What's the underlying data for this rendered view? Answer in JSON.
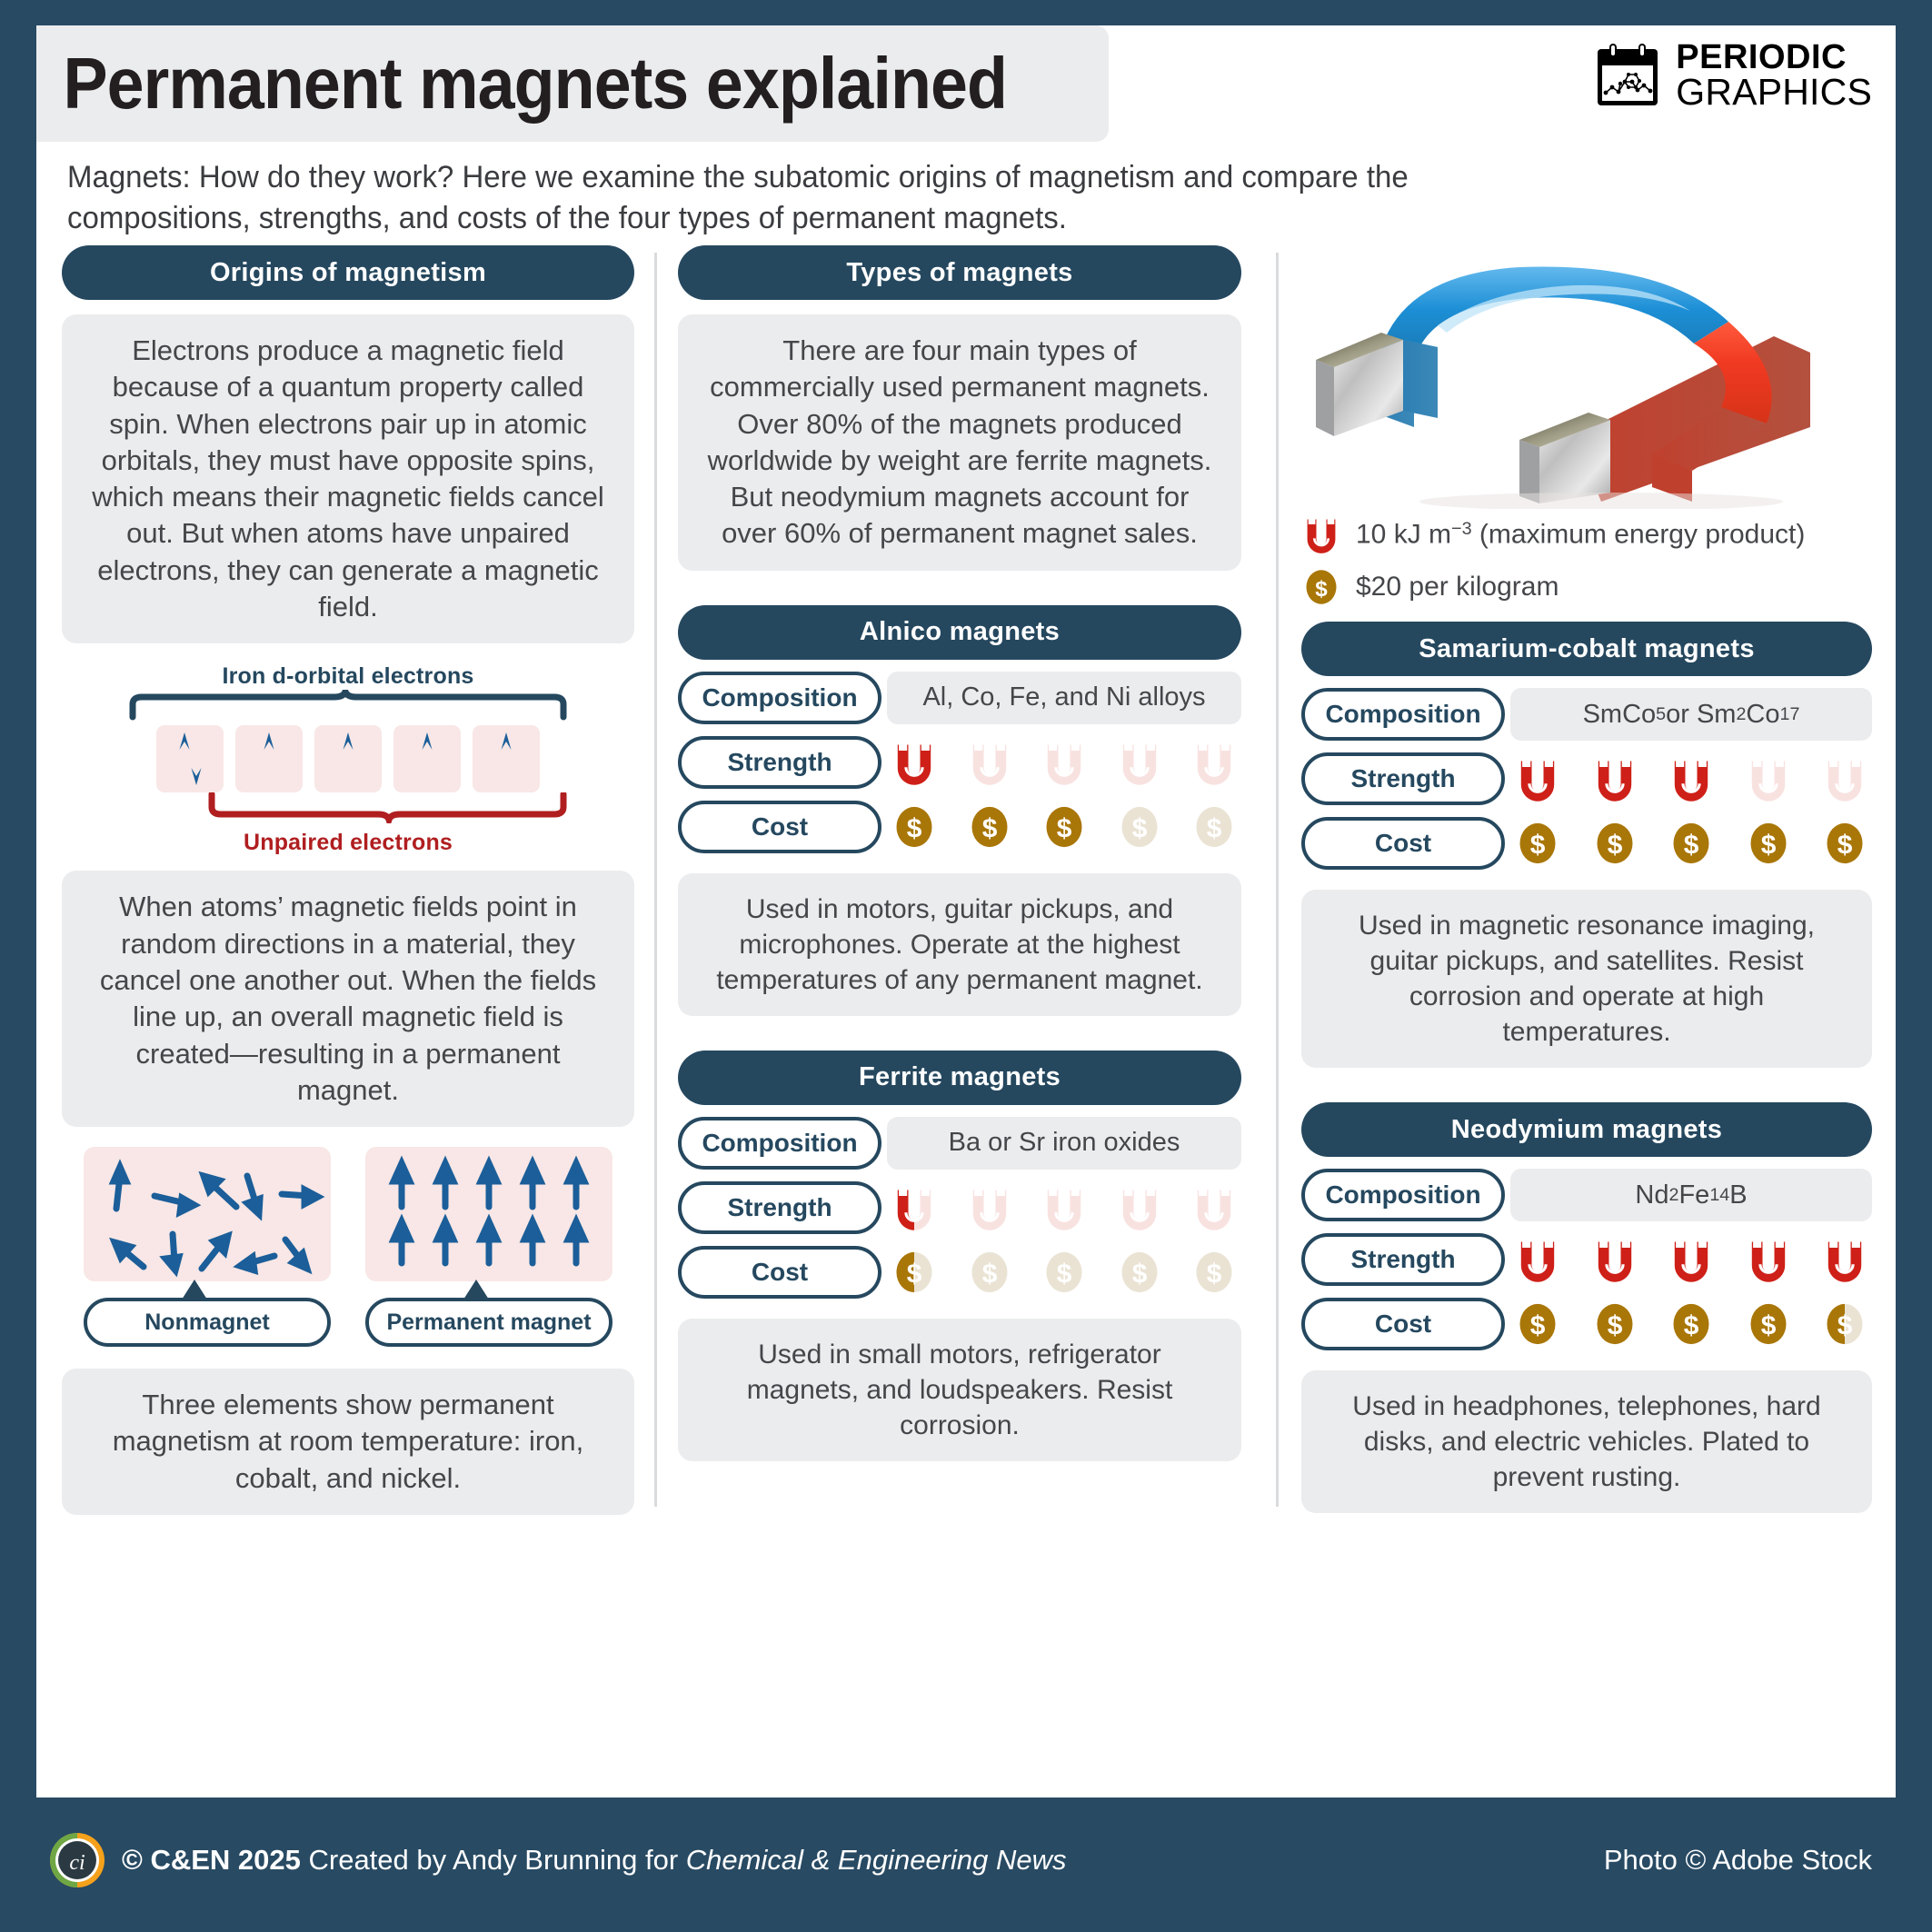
{
  "header": {
    "title": "Permanent magnets explained",
    "logo_line1": "PERIODIC",
    "logo_line2": "GRAPHICS",
    "logo_icon": "calendar-molecule-icon"
  },
  "subtitle": {
    "line1": "Magnets: How do they work? Here we examine the subatomic origins of magnetism and compare the",
    "line2": "compositions, strengths, and costs of the four types of permanent magnets."
  },
  "origins": {
    "heading": "Origins of magnetism",
    "paragraph1": "Electrons produce a magnetic field because of a quantum property called spin. When electrons pair up in atomic orbitals, they must have opposite spins, which means their magnetic fields cancel out. But when atoms have unpaired electrons, they can generate a magnetic field.",
    "orbital_label_top": "Iron d-orbital electrons",
    "orbital_label_bottom": "Unpaired electrons",
    "orbitals": [
      "paired",
      "up",
      "up",
      "up",
      "up"
    ],
    "paragraph2": "When atoms’ magnetic fields point in random directions in a material, they cancel one another out.  When the fields line up, an overall magnetic field is created—resulting in a permanent magnet.",
    "domain_tag_left": "Nonmagnet",
    "domain_tag_right": "Permanent magnet",
    "paragraph3": "Three elements show permanent magnetism at room temperature: iron, cobalt, and nickel."
  },
  "types": {
    "heading": "Types of magnets",
    "paragraph": "There are four main types of commercially used permanent magnets. Over 80% of the magnets produced worldwide by weight are ferrite magnets. But neodymium magnets account for over 60% of permanent magnet sales."
  },
  "photo": {
    "name": "horseshoe-magnet-photo",
    "legend": [
      {
        "icon": "magnet-icon",
        "text_pre": "10 kJ m",
        "text_sup": "−3",
        "text_post": " (maximum energy product)"
      },
      {
        "icon": "dollar-coin-icon",
        "text": "$20 per kilogram"
      }
    ]
  },
  "labels": {
    "composition": "Composition",
    "strength": "Strength",
    "cost": "Cost"
  },
  "magnet_types": [
    {
      "id": "alnico",
      "heading": "Alnico magnets",
      "composition": "Al, Co, Fe, and Ni alloys",
      "strength": 1,
      "cost": 3,
      "description": "Used in motors, guitar pickups, and microphones. Operate at the highest temperatures of any permanent magnet."
    },
    {
      "id": "samarium-cobalt",
      "heading": "Samarium-cobalt magnets",
      "composition": "SmCo5 or Sm2Co17",
      "composition_html": "SmCo<sub>5</sub> or Sm<sub>2</sub>Co<sub>17</sub>",
      "strength": 3,
      "cost": 5,
      "description": "Used in magnetic resonance imaging, guitar pickups, and satellites. Resist corrosion and operate at high temperatures."
    },
    {
      "id": "ferrite",
      "heading": "Ferrite magnets",
      "composition": "Ba or Sr iron oxides",
      "strength": 0.5,
      "cost": 0.5,
      "description": "Used in small motors, refrigerator magnets, and loudspeakers. Resist corrosion."
    },
    {
      "id": "neodymium",
      "heading": "Neodymium magnets",
      "composition": "Nd2Fe14B",
      "composition_html": "Nd<sub>2</sub>Fe<sub>14</sub>B",
      "strength": 5,
      "cost": 4.5,
      "description": "Used in headphones, telephones, hard disks, and electric vehicles. Plated to prevent rusting."
    }
  ],
  "scale_max": 5,
  "footer": {
    "copyright_bold": "© C&EN 2025",
    "credit_pre": " Created by Andy Brunning for ",
    "credit_italic": "Chemical & Engineering News",
    "photo_credit": "Photo © Adobe Stock",
    "ci_logo": "ci-logo-icon"
  },
  "colors": {
    "navy": "#25485F",
    "page_bg": "#284A63",
    "grey_box": "#EBECEE",
    "pink_box": "#F8E7E6",
    "red": "#CE2018",
    "red_dark": "#B01E20",
    "gold": "#A97608",
    "gold_empty": "#EAE3D4",
    "blue_arrow": "#1B5E99",
    "text": "#45464A"
  }
}
